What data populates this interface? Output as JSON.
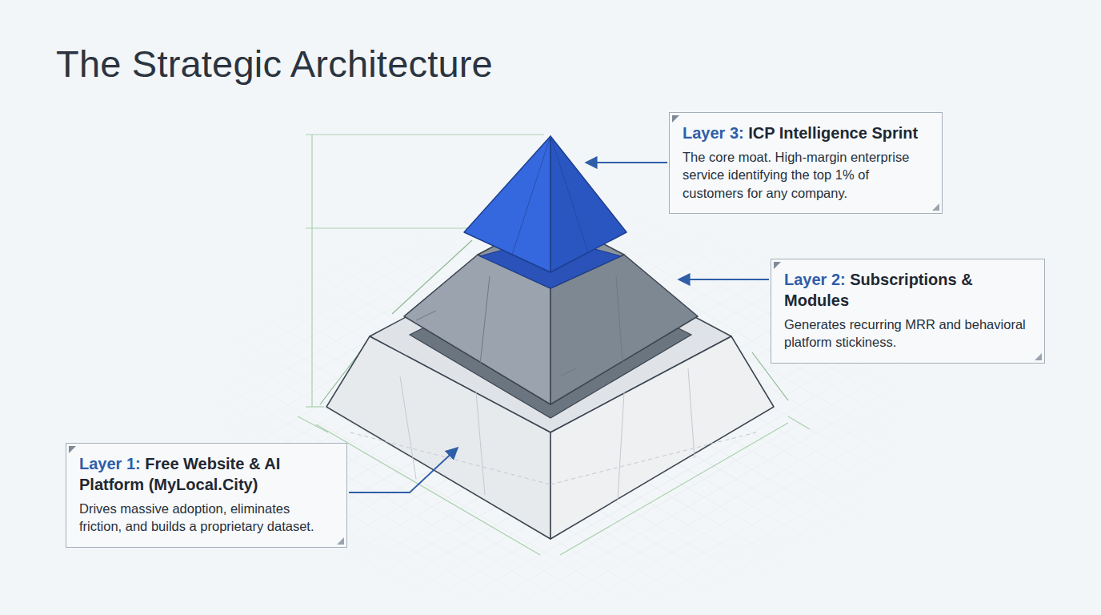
{
  "diagram": {
    "title": "The Strategic Architecture",
    "nodes": [
      {
        "text": [
          "Layer 3:",
          "ICP Intelligence Sprint",
          "The core moat. High-margin enterprise service identifying the top 1% of customers for any company."
        ]
      },
      {
        "text": [
          "Layer 2:",
          "Subscriptions & Modules",
          "Generates recurring MRR and behavioral platform stickiness."
        ]
      },
      {
        "text": [
          "Layer 1:",
          "Free Website & AI Platform (MyLocal.City)",
          "Drives massive adoption, eliminates friction, and builds a proprietary dataset."
        ]
      }
    ]
  }
}
